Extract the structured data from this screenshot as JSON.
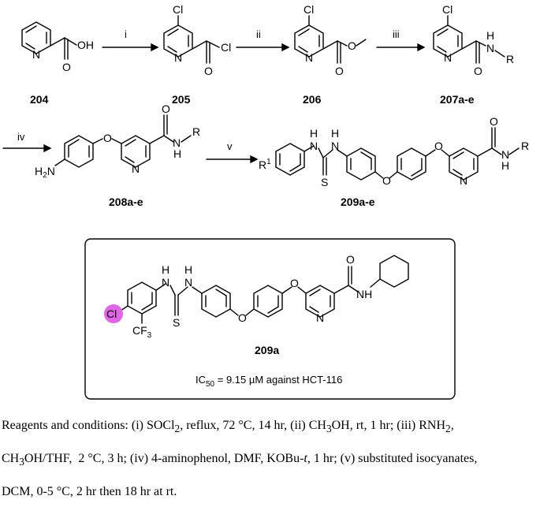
{
  "compounds": {
    "c204": "204",
    "c205": "205",
    "c206": "206",
    "c207": "207a-e",
    "c208": "208a-e",
    "c209": "209a-e",
    "c209a": "209a"
  },
  "reagent_steps": {
    "i": "i",
    "ii": "ii",
    "iii": "iii",
    "iv": "iv",
    "v": "v"
  },
  "atoms": {
    "OH": "OH",
    "O": "O",
    "Cl": "Cl",
    "N": "N",
    "H": "H",
    "R": "R",
    "NH": "NH",
    "S": "S",
    "H2N": "H2N",
    "R1": "R1",
    "CF3": "CF3"
  },
  "highlight_color": "#e066e6",
  "box_result": "IC50 = 9.15 µM against HCT-116",
  "caption": {
    "line1": "Reagents and conditions: (i) SOCl2, reflux, 72 °C, 14 hr, (ii) CH3OH, rt, 1 hr; (iii) RNH2,",
    "line2": "CH3OH/THF,  2 °C, 3 h; (iv) 4-aminophenol, DMF, KOBu-t, 1 hr; (v) substituted isocyanates,",
    "line3": "DCM, 0-5 °C, 2 hr then 18 hr at rt."
  }
}
